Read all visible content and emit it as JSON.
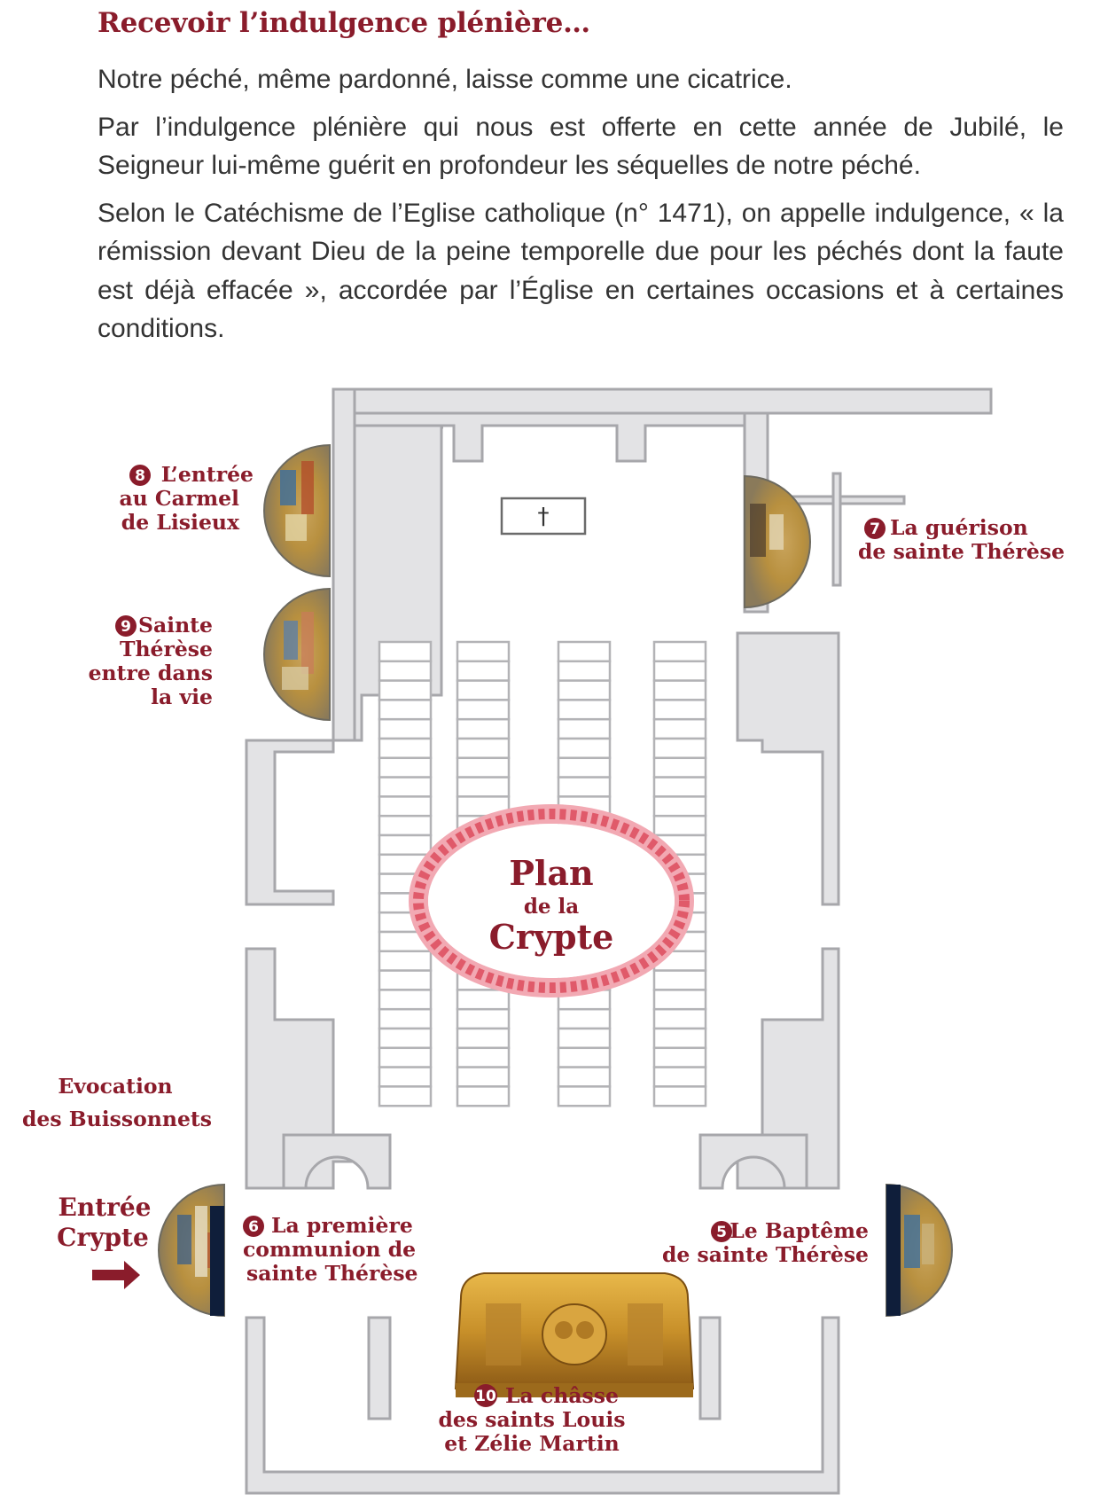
{
  "heading": "Recevoir l’indulgence plénière…",
  "paragraphs": [
    "Notre péché, même pardonné, laisse comme une cicatrice.",
    "Par l’indulgence plénière qui nous est offerte en cette année de Jubilé, le Seigneur lui-même guérit en profondeur les séquelles de notre péché.",
    "Selon le Catéchisme de l’Eglise catholique (n° 1471), on appelle indulgence, « la rémission devant Dieu de la peine temporelle due pour les péchés dont la faute est déjà effacée », accordée par l’Église en certaines occasions et à certaines conditions."
  ],
  "plan": {
    "title_line1": "Plan",
    "title_line2": "de la",
    "title_line3": "Crypte",
    "altar_symbol": "†",
    "evocation": [
      "Evocation",
      "des Buissonnets"
    ],
    "entrance": [
      "Entrée",
      "Crypte"
    ],
    "stations": {
      "s5": {
        "num": "5",
        "lines": [
          "Le Baptême",
          "de sainte Thérèse"
        ]
      },
      "s6": {
        "num": "6",
        "lines": [
          "La première",
          "communion de",
          "sainte Thérèse"
        ]
      },
      "s7": {
        "num": "7",
        "lines": [
          "La guérison",
          "de sainte Thérèse"
        ]
      },
      "s8": {
        "num": "8",
        "lines": [
          "L’entrée",
          "au Carmel",
          "de Lisieux"
        ]
      },
      "s9": {
        "num": "9",
        "lines": [
          "Sainte",
          "Thérèse",
          "entre dans",
          "la vie"
        ]
      },
      "s10": {
        "num": "10",
        "lines": [
          "La châsse",
          "des saints Louis",
          "et Zélie Martin"
        ]
      }
    }
  },
  "colors": {
    "accent": "#8a1c2b",
    "wall": "#e3e3e5",
    "wreath": "#e05a6a",
    "gold": "#c8962e"
  }
}
